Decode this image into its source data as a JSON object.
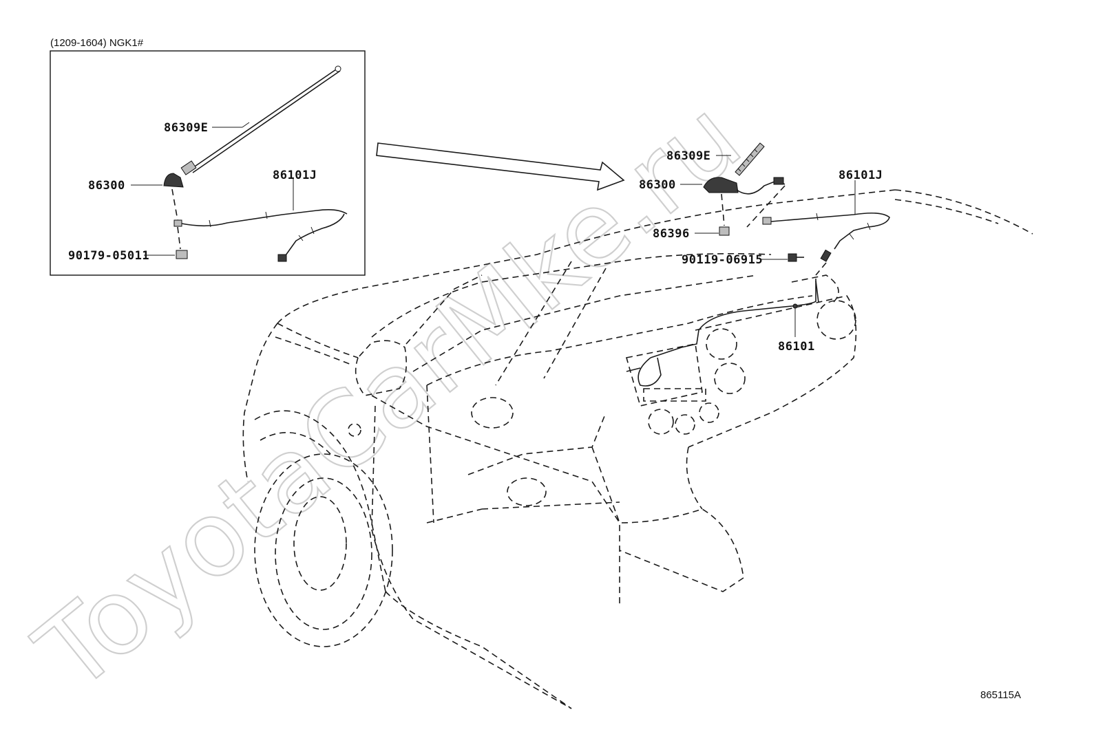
{
  "inset": {
    "title": "(1209-1604) NGK1#",
    "labels": {
      "rod": "86309E",
      "base": "86300",
      "cable": "86101J",
      "nut": "90179-05011"
    }
  },
  "main": {
    "labels": {
      "rod": "86309E",
      "base": "86300",
      "cable": "86101J",
      "pad": "86396",
      "screw": "90119-06915",
      "cord": "86101"
    }
  },
  "watermark": "ToyotaCarMke.ru",
  "figure_code": "865115A"
}
